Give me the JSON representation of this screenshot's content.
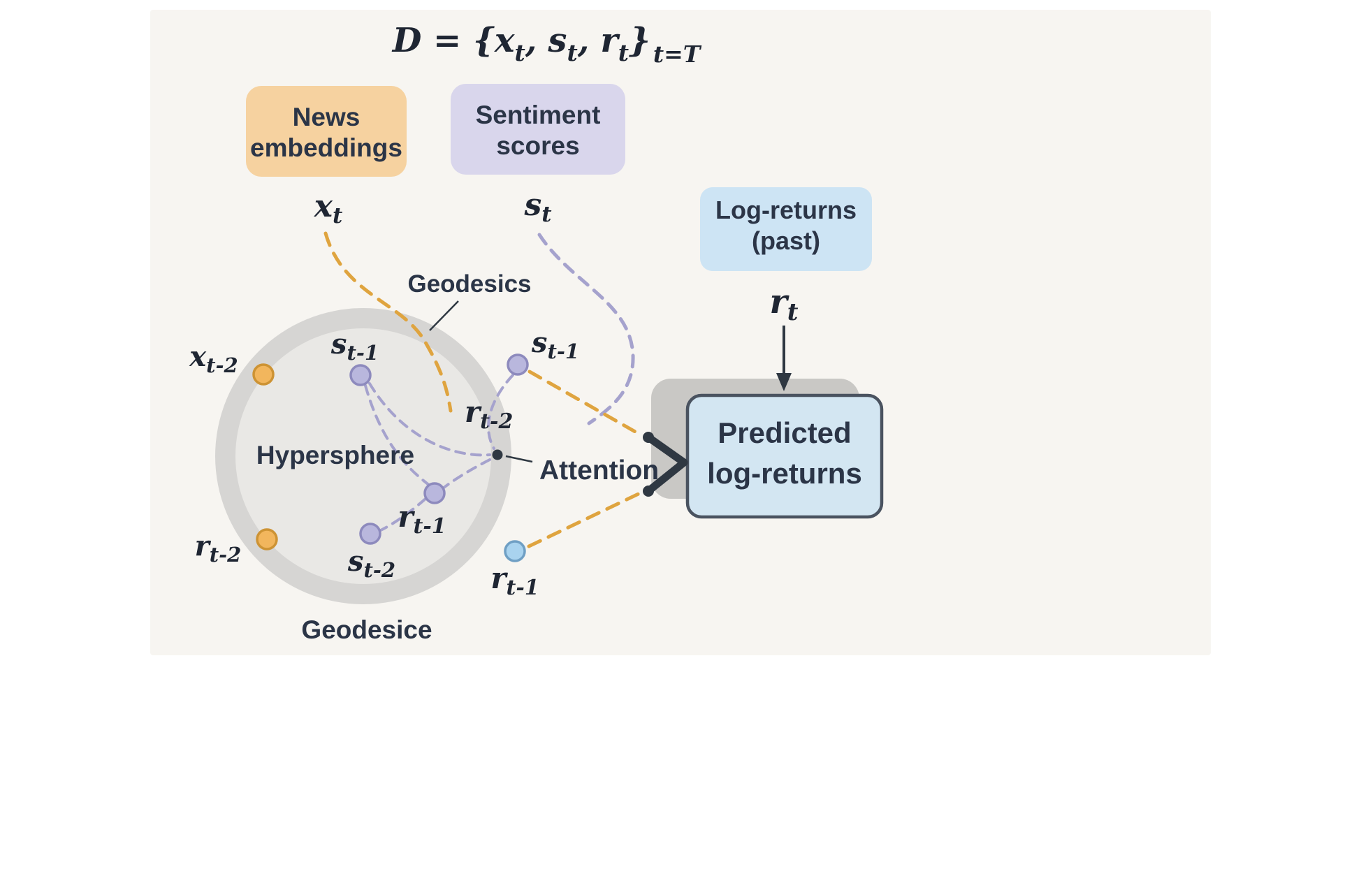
{
  "formula": {
    "parts": [
      "D = {",
      "x",
      "t",
      ",",
      "s",
      "t",
      ",",
      "r",
      "t",
      "}",
      "t=T"
    ]
  },
  "boxes": {
    "news": {
      "line1": "News",
      "line2": "embeddings"
    },
    "sentiment": {
      "line1": "Sentiment",
      "line2": "scores"
    },
    "log_returns": {
      "line1": "Log-returns",
      "line2": "(past)"
    },
    "predicted": {
      "line1": "Predicted",
      "line2": "log-returns"
    }
  },
  "stream_labels": {
    "xt": {
      "base": "x",
      "sub": "t"
    },
    "st": {
      "base": "s",
      "sub": "t"
    },
    "rt": {
      "base": "r",
      "sub": "t"
    }
  },
  "sphere": {
    "title": "Hypersphere",
    "geodesics_label": "Geodesics",
    "bottom_label": "Geodesice",
    "points": {
      "xt2": {
        "base": "x",
        "sub": "t-2"
      },
      "st1_left": {
        "base": "s",
        "sub": "t-1"
      },
      "st1_right": {
        "base": "s",
        "sub": "t-1"
      },
      "rt2_mid": {
        "base": "r",
        "sub": "t-2"
      },
      "rt1_mid": {
        "base": "r",
        "sub": "t-1"
      },
      "st2": {
        "base": "s",
        "sub": "t-2"
      },
      "rt2_left": {
        "base": "r",
        "sub": "t-2"
      },
      "rt1_bottom": {
        "base": "r",
        "sub": "t-1"
      }
    }
  },
  "attention_label": "Attention",
  "colors": {
    "page_background": "#ffffff",
    "panel_background": "#f7f5f1",
    "news_box_fill": "#f6d2a0",
    "sentiment_box_fill": "#d9d6ec",
    "log_returns_box_fill": "#cde4f4",
    "predicted_box_fill": "#d3e6f2",
    "predicted_box_border": "#4a5360",
    "predicted_shadow_fill": "#c9c8c5",
    "sphere_ring_fill": "#d6d5d3",
    "sphere_inner_fill": "#e9e8e5",
    "orange_accent": "#dfa43f",
    "orange_dot_fill": "#f2b65d",
    "orange_dot_stroke": "#cd9334",
    "purple_accent": "#a5a2cd",
    "purple_dot_fill": "#b9b7dd",
    "purple_dot_stroke": "#8d8abd",
    "blue_dot_fill": "#a9d3ef",
    "blue_dot_stroke": "#6f9fc4",
    "dark": "#2f3842"
  }
}
